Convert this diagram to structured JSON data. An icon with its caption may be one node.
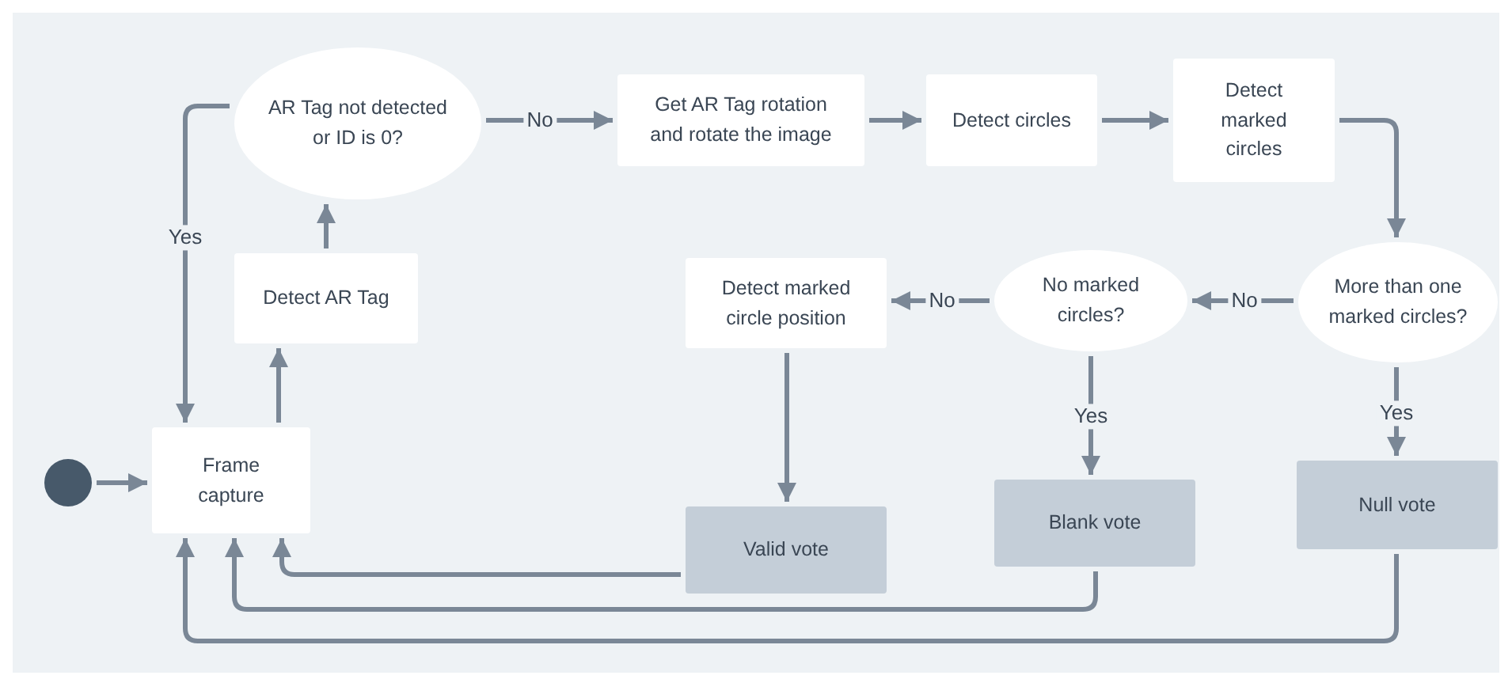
{
  "diagram": {
    "nodes": [
      {
        "text": [],
        "shape": "circle"
      },
      {
        "text": [
          "Frame capture"
        ]
      },
      {
        "text": [
          "Detect AR Tag"
        ]
      },
      {
        "text": [
          "AR Tag not detected or ID is 0?"
        ]
      },
      {
        "text": [
          "Get AR Tag rotation and rotate the image"
        ]
      },
      {
        "text": [
          "Detect circles"
        ]
      },
      {
        "text": [
          "Detect marked circles"
        ]
      },
      {
        "text": [
          "More than one marked circles?"
        ]
      },
      {
        "text": [
          "No marked circles?"
        ]
      },
      {
        "text": [
          "Detect marked circle position"
        ]
      },
      {
        "text": [
          "Valid vote"
        ]
      },
      {
        "text": [
          "Blank vote"
        ]
      },
      {
        "text": [
          "Null vote"
        ]
      }
    ],
    "edges": [
      {
        "from": 0,
        "to": 1,
        "arrow": "to"
      },
      {
        "from": 1,
        "to": 2,
        "arrow": "to"
      },
      {
        "from": 2,
        "to": 3,
        "arrow": "to"
      },
      {
        "from": 3,
        "to": 4,
        "arrow": "to",
        "label": "No"
      },
      {
        "from": 3,
        "to": 1,
        "arrow": "to",
        "label": "Yes"
      },
      {
        "from": 4,
        "to": 5,
        "arrow": "to"
      },
      {
        "from": 5,
        "to": 6,
        "arrow": "to"
      },
      {
        "from": 6,
        "to": 7,
        "arrow": "to"
      },
      {
        "from": 7,
        "to": 8,
        "arrow": "to",
        "label": "No"
      },
      {
        "from": 8,
        "to": 9,
        "arrow": "to",
        "label": "No"
      },
      {
        "from": 8,
        "to": 11,
        "arrow": "to",
        "label": "Yes"
      },
      {
        "from": 7,
        "to": 12,
        "arrow": "to",
        "label": "Yes"
      },
      {
        "from": 9,
        "to": 10,
        "arrow": "to"
      },
      {
        "from": 10,
        "to": 1,
        "arrow": "to"
      },
      {
        "from": 11,
        "to": 1,
        "arrow": "to"
      },
      {
        "from": 12,
        "to": 1,
        "arrow": "to"
      }
    ]
  }
}
